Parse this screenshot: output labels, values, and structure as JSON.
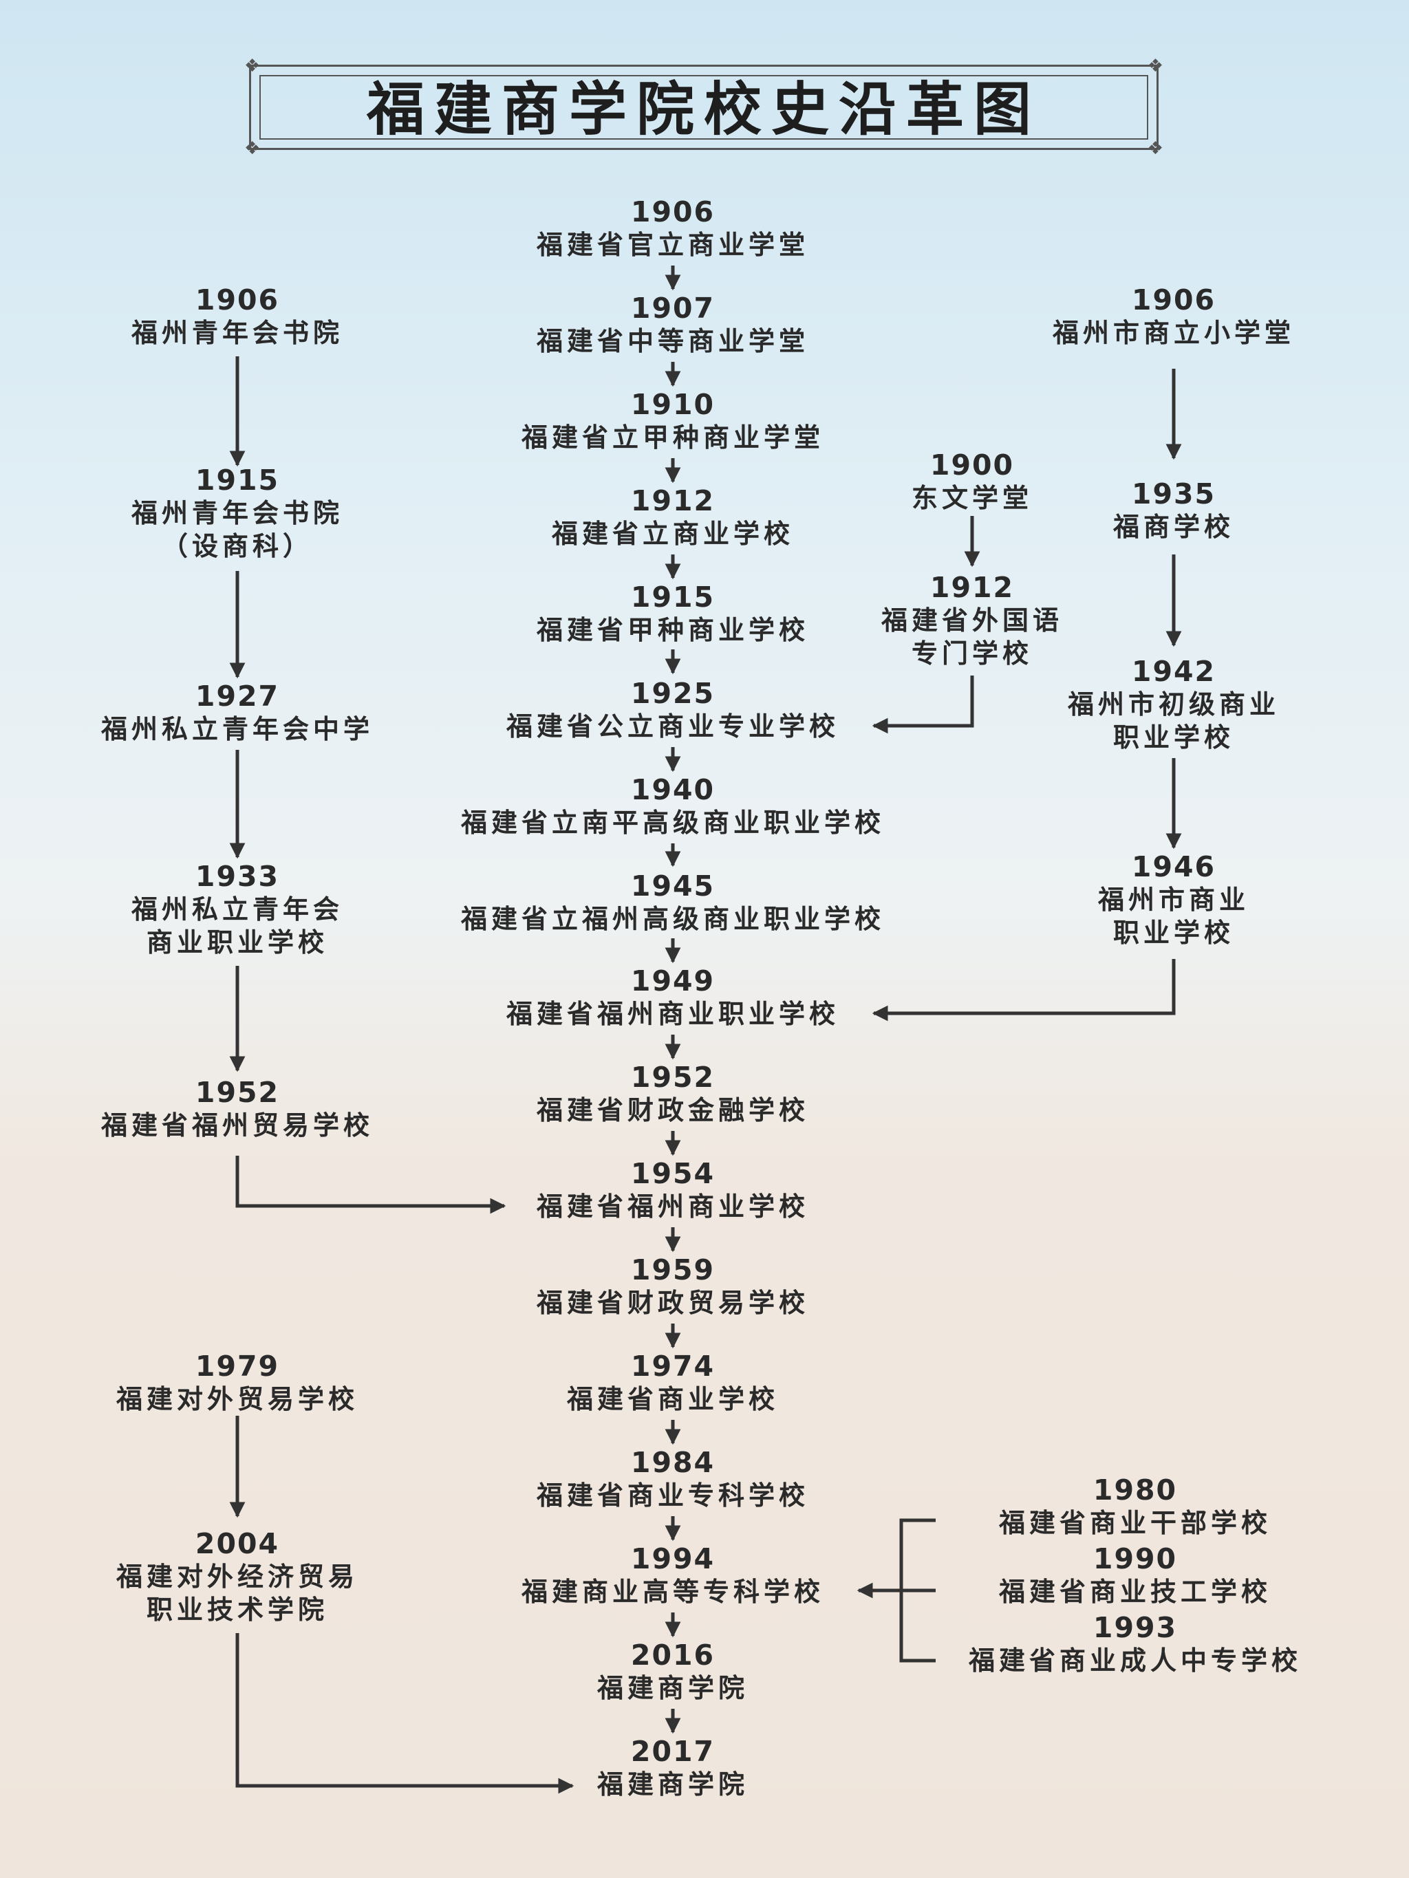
{
  "title": "福建商学院校史沿革图",
  "nodes": [
    {
      "id": "c1",
      "year": "1906",
      "lines": [
        "福建省官立商业学堂"
      ]
    },
    {
      "id": "c2",
      "year": "1907",
      "lines": [
        "福建省中等商业学堂"
      ]
    },
    {
      "id": "c3",
      "year": "1910",
      "lines": [
        "福建省立甲种商业学堂"
      ]
    },
    {
      "id": "c4",
      "year": "1912",
      "lines": [
        "福建省立商业学校"
      ]
    },
    {
      "id": "c5",
      "year": "1915",
      "lines": [
        "福建省甲种商业学校"
      ]
    },
    {
      "id": "c6",
      "year": "1925",
      "lines": [
        "福建省公立商业专业学校"
      ]
    },
    {
      "id": "c7",
      "year": "1940",
      "lines": [
        "福建省立南平高级商业职业学校"
      ]
    },
    {
      "id": "c8",
      "year": "1945",
      "lines": [
        "福建省立福州高级商业职业学校"
      ]
    },
    {
      "id": "c9",
      "year": "1949",
      "lines": [
        "福建省福州商业职业学校"
      ]
    },
    {
      "id": "c10",
      "year": "1952",
      "lines": [
        "福建省财政金融学校"
      ]
    },
    {
      "id": "c11",
      "year": "1954",
      "lines": [
        "福建省福州商业学校"
      ]
    },
    {
      "id": "c12",
      "year": "1959",
      "lines": [
        "福建省财政贸易学校"
      ]
    },
    {
      "id": "c13",
      "year": "1974",
      "lines": [
        "福建省商业学校"
      ]
    },
    {
      "id": "c14",
      "year": "1984",
      "lines": [
        "福建省商业专科学校"
      ]
    },
    {
      "id": "c15",
      "year": "1994",
      "lines": [
        "福建商业高等专科学校"
      ]
    },
    {
      "id": "c16",
      "year": "2016",
      "lines": [
        "福建商学院"
      ]
    },
    {
      "id": "c17",
      "year": "2017",
      "lines": [
        "福建商学院"
      ]
    },
    {
      "id": "l1",
      "year": "1906",
      "lines": [
        "福州青年会书院"
      ]
    },
    {
      "id": "l2",
      "year": "1915",
      "lines": [
        "福州青年会书院",
        "（设商科）"
      ]
    },
    {
      "id": "l3",
      "year": "1927",
      "lines": [
        "福州私立青年会中学"
      ]
    },
    {
      "id": "l4",
      "year": "1933",
      "lines": [
        "福州私立青年会",
        "商业职业学校"
      ]
    },
    {
      "id": "l5",
      "year": "1952",
      "lines": [
        "福建省福州贸易学校"
      ]
    },
    {
      "id": "l6",
      "year": "1979",
      "lines": [
        "福建对外贸易学校"
      ]
    },
    {
      "id": "l7",
      "year": "2004",
      "lines": [
        "福建对外经济贸易",
        "职业技术学院"
      ]
    },
    {
      "id": "m1",
      "year": "1900",
      "lines": [
        "东文学堂"
      ]
    },
    {
      "id": "m2",
      "year": "1912",
      "lines": [
        "福建省外国语",
        "专门学校"
      ]
    },
    {
      "id": "r1",
      "year": "1906",
      "lines": [
        "福州市商立小学堂"
      ]
    },
    {
      "id": "r2",
      "year": "1935",
      "lines": [
        "福商学校"
      ]
    },
    {
      "id": "r3",
      "year": "1942",
      "lines": [
        "福州市初级商业",
        "职业学校"
      ]
    },
    {
      "id": "r4",
      "year": "1946",
      "lines": [
        "福州市商业",
        "职业学校"
      ]
    },
    {
      "id": "b1",
      "year": "1980",
      "lines": [
        "福建省商业干部学校"
      ]
    },
    {
      "id": "b2",
      "year": "1990",
      "lines": [
        "福建省商业技工学校"
      ]
    },
    {
      "id": "b3",
      "year": "1993",
      "lines": [
        "福建省商业成人中专学校"
      ]
    }
  ]
}
